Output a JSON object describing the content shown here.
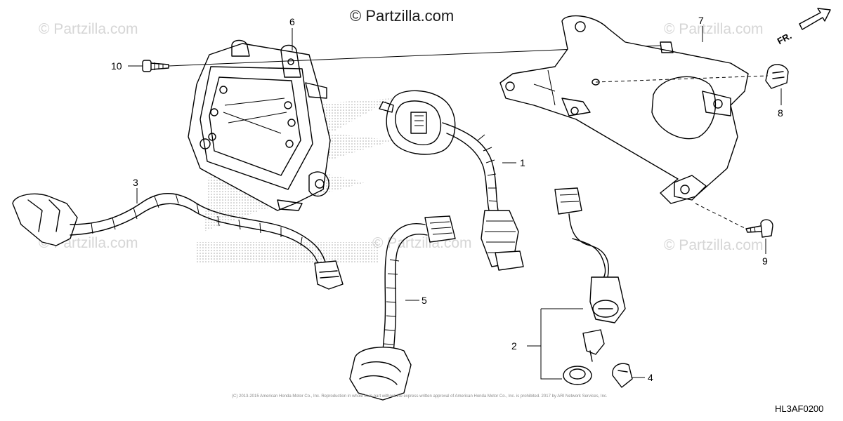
{
  "watermarks": {
    "main": "© Partzilla.com",
    "tiles": [
      "© Partzilla.com",
      "© Partzilla.com",
      "© Partzilla.com",
      "© Partzilla.com",
      "© Partzilla.com"
    ]
  },
  "callouts": [
    {
      "id": "1",
      "text": "1"
    },
    {
      "id": "2",
      "text": "2"
    },
    {
      "id": "3",
      "text": "3"
    },
    {
      "id": "4",
      "text": "4"
    },
    {
      "id": "5",
      "text": "5"
    },
    {
      "id": "6",
      "text": "6"
    },
    {
      "id": "7",
      "text": "7"
    },
    {
      "id": "8",
      "text": "8"
    },
    {
      "id": "9",
      "text": "9"
    },
    {
      "id": "10",
      "text": "10"
    }
  ],
  "direction_label": "FR.",
  "diagram_code": "HL3AF0200",
  "copyright": "(C) 2013-2015 American Honda Motor Co., Inc. Reproduction in whole or in part without the express written approval of American Honda Motor Co., Inc. is prohibited. 2017 by ARI Network Services, Inc.",
  "colors": {
    "line": "#000000",
    "background": "#ffffff",
    "watermark": "#d6d6d6"
  }
}
